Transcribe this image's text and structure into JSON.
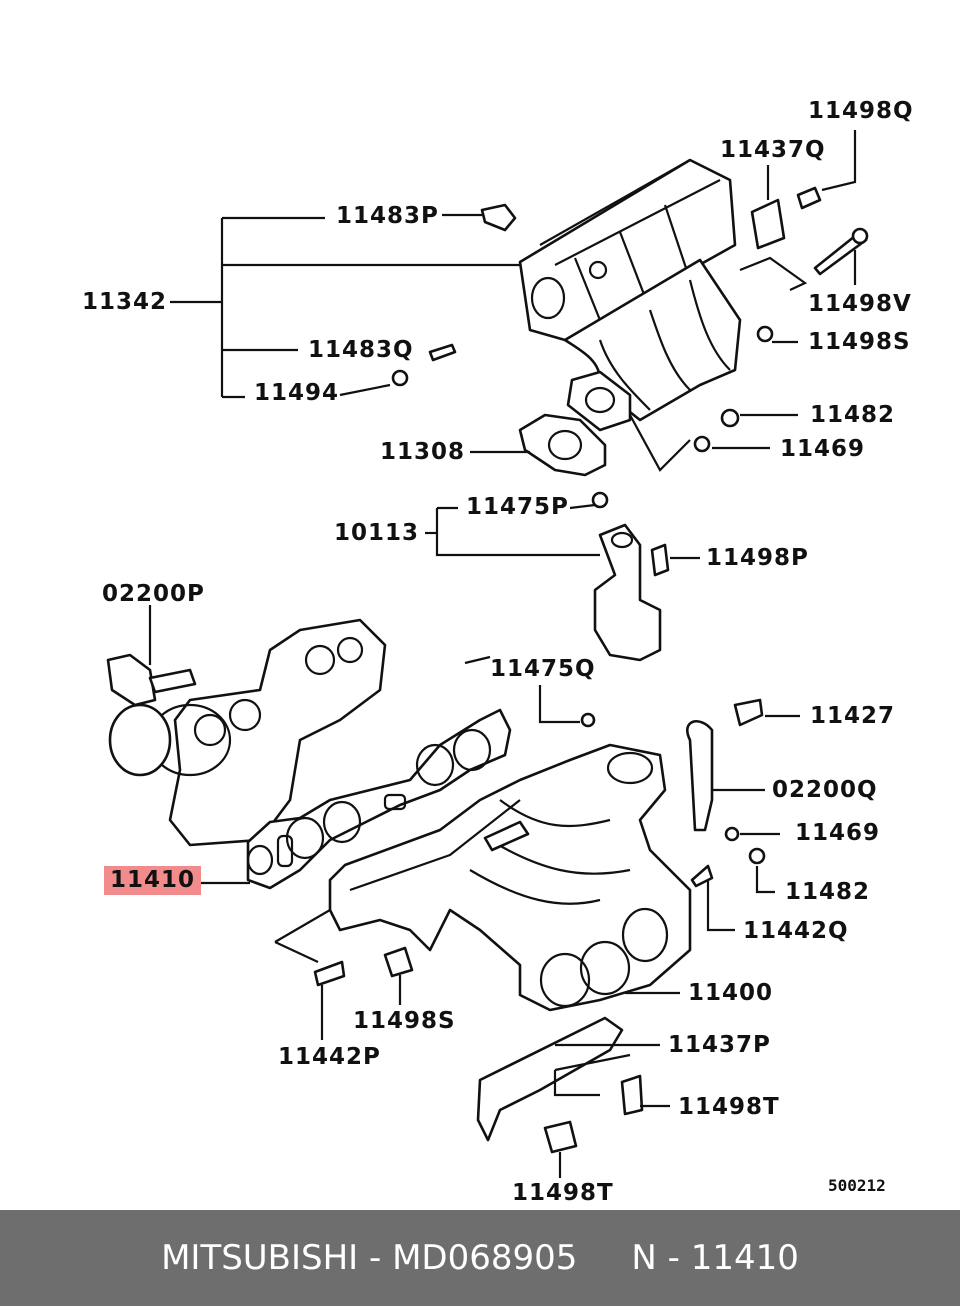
{
  "labels": {
    "p11498Q": "11498Q",
    "p11437Q": "11437Q",
    "p11483P": "11483P",
    "p11342": "11342",
    "p11498V": "11498V",
    "p11483Q": "11483Q",
    "p11498S_top": "11498S",
    "p11494": "11494",
    "p11482_top": "11482",
    "p11308": "11308",
    "p11469_top": "11469",
    "p11475P": "11475P",
    "p10113": "10113",
    "p11498P": "11498P",
    "p02200P": "02200P",
    "p11475Q": "11475Q",
    "p11427": "11427",
    "p02200Q": "02200Q",
    "p11469_mid": "11469",
    "p11410": "11410",
    "p11482_mid": "11482",
    "p11442Q": "11442Q",
    "p11400": "11400",
    "p11498S_bot": "11498S",
    "p11437P": "11437P",
    "p11442P": "11442P",
    "p11498T_right": "11498T",
    "p11498T_bot": "11498T"
  },
  "diagram_code": "500212",
  "footer": {
    "text": "MITSUBISHI - MD068905     N - 11410"
  },
  "highlight_color": "#f28c8c",
  "footer_color": "#6e6e6e"
}
